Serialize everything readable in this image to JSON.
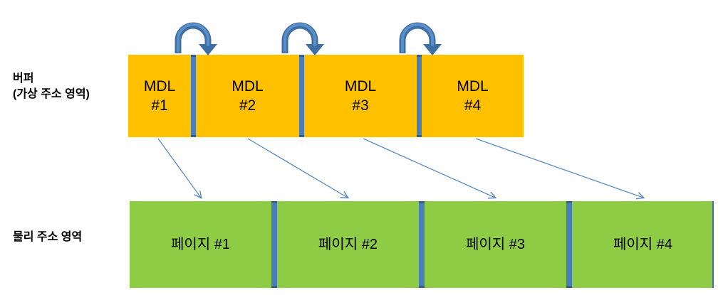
{
  "diagram": {
    "title": "MDL to physical page mapping diagram",
    "colors": {
      "buffer_fill": "#ffc000",
      "physical_fill": "#8ecc46",
      "divider": "#4a7ebb",
      "arrow": "#4a7ebb",
      "curved_arrow": "#3d6fa5",
      "text": "#000000",
      "background": "#ffffff"
    },
    "labels": {
      "buffer_line1": "버퍼",
      "buffer_line2": "(가상 주소 영역)",
      "physical_line1": "물리 주소 영역"
    },
    "buffer": {
      "name": "virtual-buffer-bar",
      "segments": [
        {
          "label": "MDL\n#1"
        },
        {
          "label": "MDL\n#2"
        },
        {
          "label": "MDL\n#3"
        },
        {
          "label": "MDL\n#4"
        }
      ]
    },
    "physical": {
      "name": "physical-memory-bar",
      "segments": [
        {
          "label": "페이지 #1"
        },
        {
          "label": "페이지 #2"
        },
        {
          "label": "페이지 #3"
        },
        {
          "label": "페이지 #4"
        }
      ]
    },
    "curved_arrows": {
      "count": 3,
      "description": "chained-link-arrow"
    },
    "mapping_arrows": {
      "count": 4,
      "description": "mdl-to-page-mapping-arrow"
    }
  }
}
